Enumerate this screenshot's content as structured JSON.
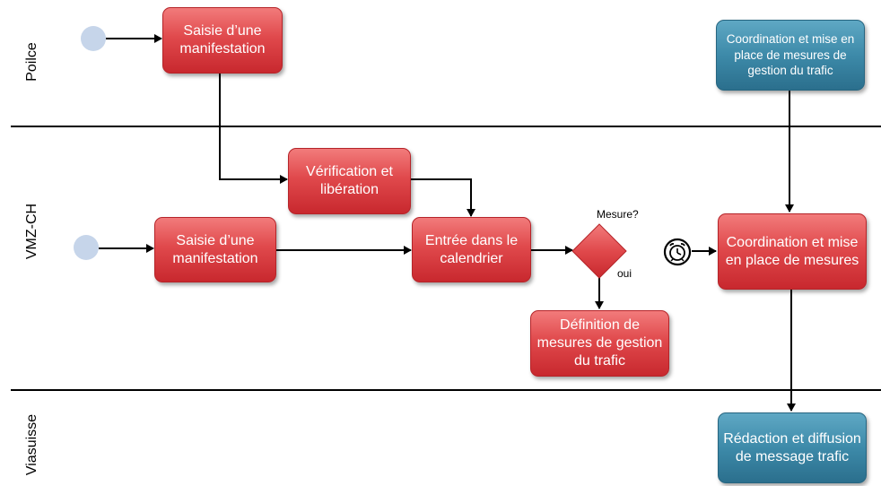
{
  "lanes": [
    "Poilce",
    "VMZ-CH",
    "Viasuisse"
  ],
  "nodes": {
    "police_saisie": "Saisie d’une manifestation",
    "verification": "Vérification et libération",
    "vmz_saisie": "Saisie d’une manifestation",
    "calendrier": "Entrée dans le calendrier",
    "definition": "Définition de mesures de gestion du trafic",
    "coord_vmz": "Coordination et mise en place de mesures",
    "coord_police": "Coordination et mise en place de mesures de gestion du trafic",
    "redaction": "Rédaction et diffusion de message trafic"
  },
  "gateway": {
    "question": "Mesure?",
    "yes": "oui"
  },
  "colors": {
    "task_red": "#e0494c",
    "task_blue": "#3d8aa9",
    "start_event": "#c6d5ea",
    "lane_line": "#000000"
  },
  "icons": {
    "timer_event": "alarm-clock-icon"
  }
}
